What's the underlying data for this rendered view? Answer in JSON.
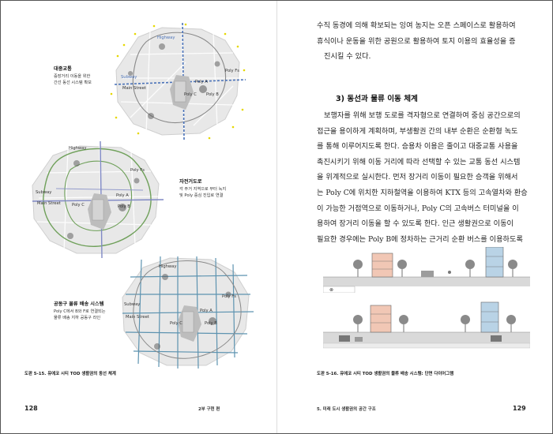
{
  "left_page": {
    "maps": [
      {
        "title": "대중교통",
        "desc_lines": [
          "중장거리 이동을 위한",
          "간선 동선 시스템 확보"
        ],
        "labels": {
          "highway": "Highway",
          "subway": "Subway",
          "main_street": "Main Street",
          "poly_fs": "Poly Fs",
          "poly_a": "Poly A",
          "poly_b": "Poly B",
          "poly_c": "Poly C"
        }
      },
      {
        "title": "자전거도로",
        "desc_lines": [
          "각 주거 지역으로 부터 녹지",
          "및 Poly 중심 진입로 연결"
        ],
        "labels": {
          "highway": "Highway",
          "subway": "Subway",
          "main_street": "Main Street",
          "poly_fs": "Poly Fs",
          "poly_a": "Poly A",
          "poly_b": "Poly B",
          "poly_c": "Poly C"
        }
      },
      {
        "title": "공동구 물류 배송 시스템",
        "desc_lines": [
          "Poly C에서 B와 F로 연결되는",
          "물류 배송 지하 공동구 라인"
        ],
        "labels": {
          "highway": "Highway",
          "subway": "Subway",
          "main_street": "Main Street",
          "poly_fs": "Poly Fs",
          "poly_a": "Poly A",
          "poly_b": "Poly B",
          "poly_c": "Poly C"
        }
      }
    ],
    "caption": "도판 5-15. 유에코 시티 TOD 생활권의 동선 체계",
    "folio_number": "128",
    "folio_text": "2부   구현 편"
  },
  "right_page": {
    "intro_lines": [
      "수직 동경에 의해 확보되는 잉여 농지는 오픈 스페이스로 활용하여",
      "휴식이나 운동을 위한 공원으로 활용하여 토지 이용의 효율성을 증",
      "진시킬 수 있다."
    ],
    "section_heading": "3) 동선과 물류 이동 체계",
    "body_lines": [
      "보행자를 위해 보행 도로를 격자형으로 연결하여 중심 공간으로의",
      "접근을 용이하게 계획하며, 부생활권 간의 내부 순환은 순환형 녹도",
      "를 통해 이루어지도록 한다. 승용차 이용은 줄이고 대중교통 사용을",
      "촉진시키기 위해 이동 거리에 따라 선택할 수 있는 교통 동선 시스템",
      "을 위계적으로 실시한다. 먼저 장거리 이동이 필요한 승객을 위해서",
      "는 Poly C에 위치한 지하철역을 이용하여 KTX 등의 고속열차와 환승",
      "이 가능한 거점역으로 이동하거나, Poly C의 고속버스 터미널을 이",
      "용하여 장거리 이동을 할 수 있도록 한다. 인근 생활권으로 이동이",
      "필요한 경우에는 Poly B에 정차하는 근거리 순환 버스를 이용하도록"
    ],
    "caption": "도판 5-16. 유에코 시티 TOD 생활권의 물류 배송 시스템: 단면 다이어그램",
    "folio_number": "129",
    "folio_text": "5. 미래 도시 생활권의 공간 구조"
  },
  "colors": {
    "route_blue": "#4a72b8",
    "route_green": "#6fa05a",
    "route_teal": "#5d93b0",
    "dot_yellow": "#e6d800",
    "building_pink": "#f1c7b5",
    "building_blue": "#b9d3e6",
    "ground_gray": "#d9d9d9"
  }
}
